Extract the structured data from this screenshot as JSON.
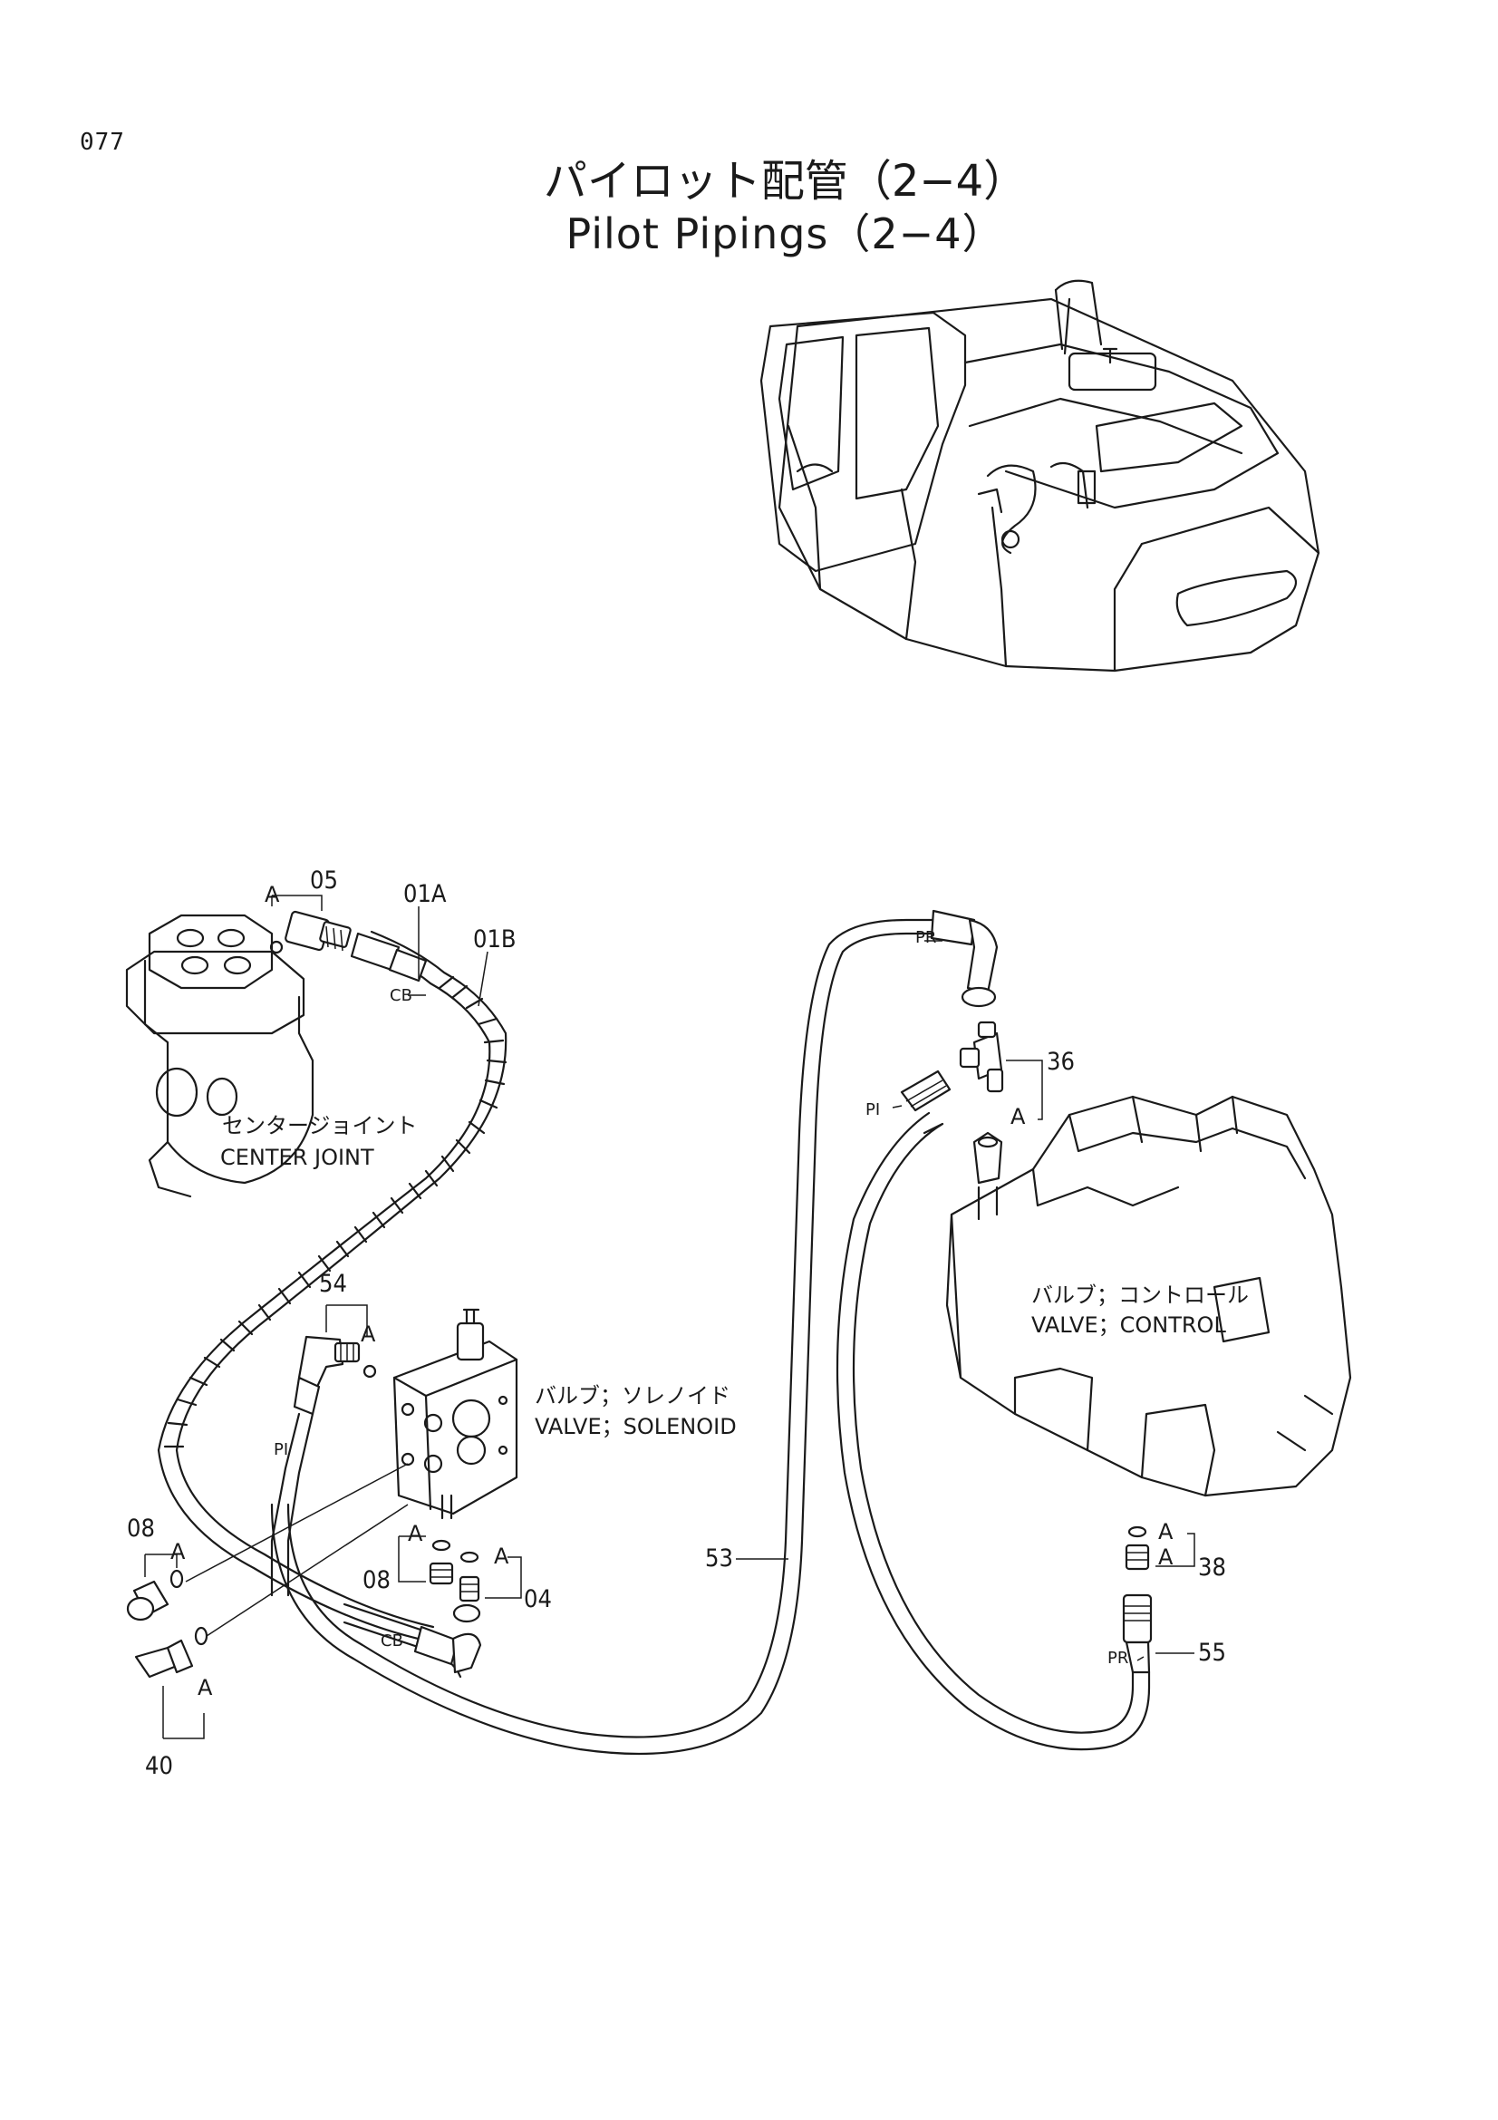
{
  "page": {
    "number": "077"
  },
  "title": {
    "jp": "パイロット配管（2−4）",
    "en": "Pilot Pipings（2−4）"
  },
  "components": {
    "center_joint": {
      "jp": "センタージョイント",
      "en": "CENTER JOINT"
    },
    "solenoid_valve": {
      "jp": "バルブ；ソレノイド",
      "en": "VALVE；SOLENOID"
    },
    "control_valve": {
      "jp": "バルブ；コントロール",
      "en": "VALVE；CONTROL"
    }
  },
  "callouts": {
    "p05": "05",
    "p01a": "01A",
    "p01b": "01B",
    "p54": "54",
    "p08a": "08",
    "p08b": "08",
    "p04": "04",
    "p40": "40",
    "p53": "53",
    "p36": "36",
    "p38": "38",
    "p55": "55"
  },
  "port_labels": {
    "a1": "A",
    "a2": "A",
    "a3": "A",
    "a4": "A",
    "a5": "A",
    "a6": "A",
    "a7": "A",
    "a8": "A",
    "a9": "A",
    "cb1": "CB",
    "cb2": "CB",
    "pr1": "PR",
    "pr2": "PR",
    "pi1": "PI",
    "pi2": "PI"
  }
}
